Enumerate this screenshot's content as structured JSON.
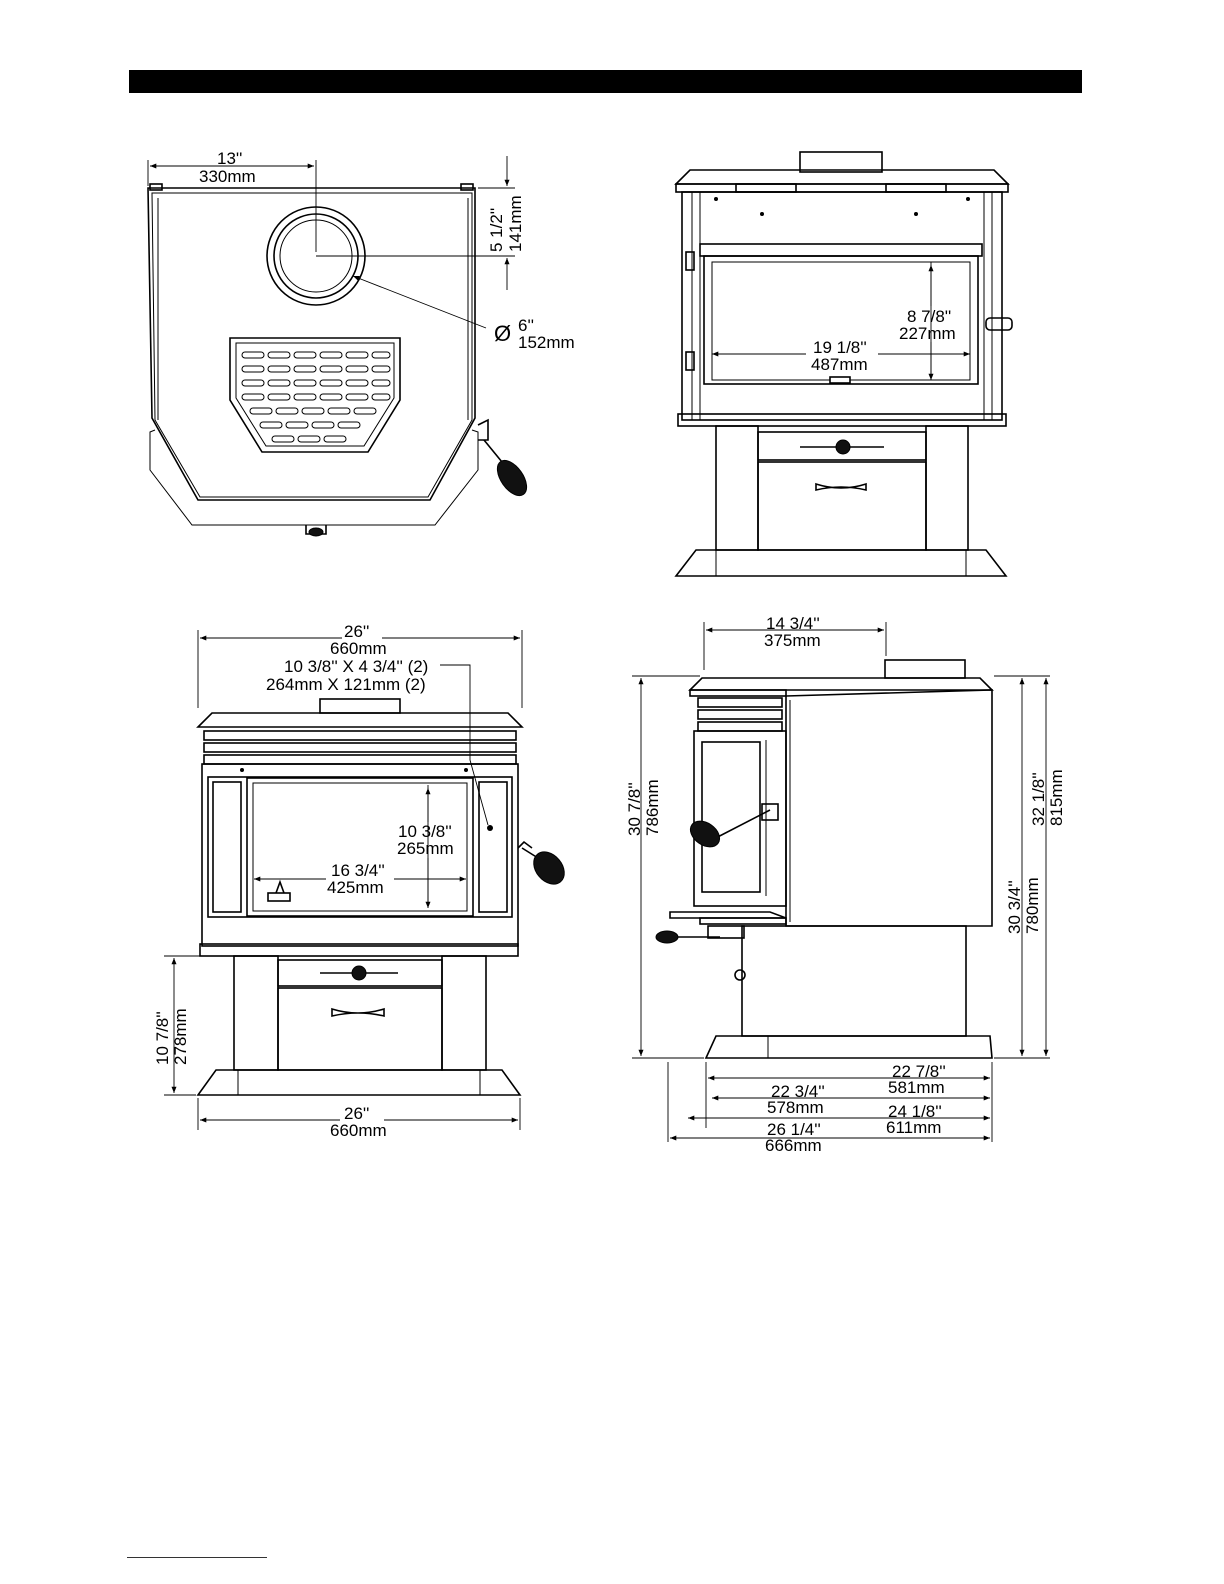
{
  "colors": {
    "header_bar": "#000000",
    "line": "#000000"
  },
  "top_view": {
    "width_in": "13''",
    "width_mm": "330mm",
    "depth_in": "5 1/2''",
    "depth_mm": "141mm",
    "pipe_symbol": "Ø",
    "pipe_in": "6''",
    "pipe_mm": "152mm"
  },
  "opening_view": {
    "height_in": "8 7/8''",
    "height_mm": "227mm",
    "width_in": "19 1/8''",
    "width_mm": "487mm"
  },
  "front_view": {
    "overall_width_in": "26''",
    "overall_width_mm": "660mm",
    "vent_in": "10 3/8'' X 4 3/4'' (2)",
    "vent_mm": "264mm X 121mm (2)",
    "glass_height_in": "10 3/8''",
    "glass_height_mm": "265mm",
    "glass_width_in": "16 3/4''",
    "glass_width_mm": "425mm",
    "pedestal_height_in": "10 7/8''",
    "pedestal_height_mm": "278mm",
    "base_width_in": "26''",
    "base_width_mm": "660mm"
  },
  "side_view": {
    "flue_in": "14 3/4''",
    "flue_mm": "375mm",
    "height_left_in": "30 7/8''",
    "height_left_mm": "786mm",
    "height_right_in": "32 1/8''",
    "height_right_mm": "815mm",
    "height_back_in": "30 3/4''",
    "height_back_mm": "780mm",
    "depth_a_in": "22 7/8''",
    "depth_a_mm": "581mm",
    "depth_b_in": "22 3/4''",
    "depth_b_mm": "578mm",
    "depth_c_in": "24 1/8''",
    "depth_c_mm": "611mm",
    "depth_d_in": "26 1/4''",
    "depth_d_mm": "666mm"
  }
}
